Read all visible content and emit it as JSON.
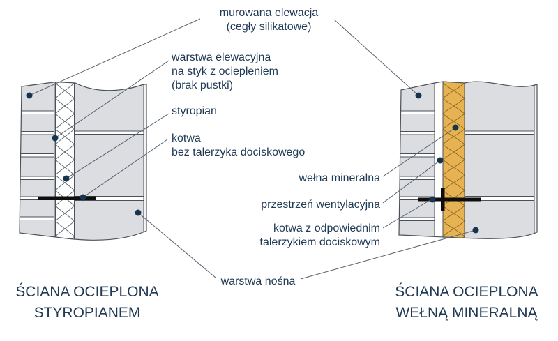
{
  "diagram": {
    "labels": {
      "murowana_elewacja": [
        "murowana elewacja",
        "(cegły silikatowe)"
      ],
      "warstwa_elewacyjna": [
        "warstwa elewacyjna",
        "na styk z ociepleniem",
        "(brak pustki)"
      ],
      "styropian": [
        "styropian"
      ],
      "kotwa_bez_talerzyka": [
        "kotwa",
        "bez talerzyka dociskowego"
      ],
      "welna_mineralna": [
        "wełna mineralna"
      ],
      "przestrzen_wentylacyjna": [
        "przestrzeń wentylacyjna"
      ],
      "kotwa_z_talerzykiem": [
        "kotwa z odpowiednim",
        "talerzykiem dociskowym"
      ],
      "warstwa_nosna": [
        "warstwa nośna"
      ]
    },
    "captions": {
      "left_wall": [
        "ŚCIANA OCIEPLONA",
        "STYROPIANEM"
      ],
      "right_wall": [
        "ŚCIANA OCIEPLONA",
        "WEŁNĄ MINERALNĄ"
      ]
    },
    "colors": {
      "label_text": "#203a55",
      "wall_fill": "#dcdde1",
      "outline": "#4a5158",
      "styrofoam_fill": "#ffffff",
      "styrofoam_hatch": "#566069",
      "mineral_wool_fill": "#e7b251",
      "mineral_wool_hatch": "#8a6a28",
      "anchor": "#0e0e0e",
      "leader_line": "#55606b",
      "leader_dot": "#17344f"
    }
  }
}
